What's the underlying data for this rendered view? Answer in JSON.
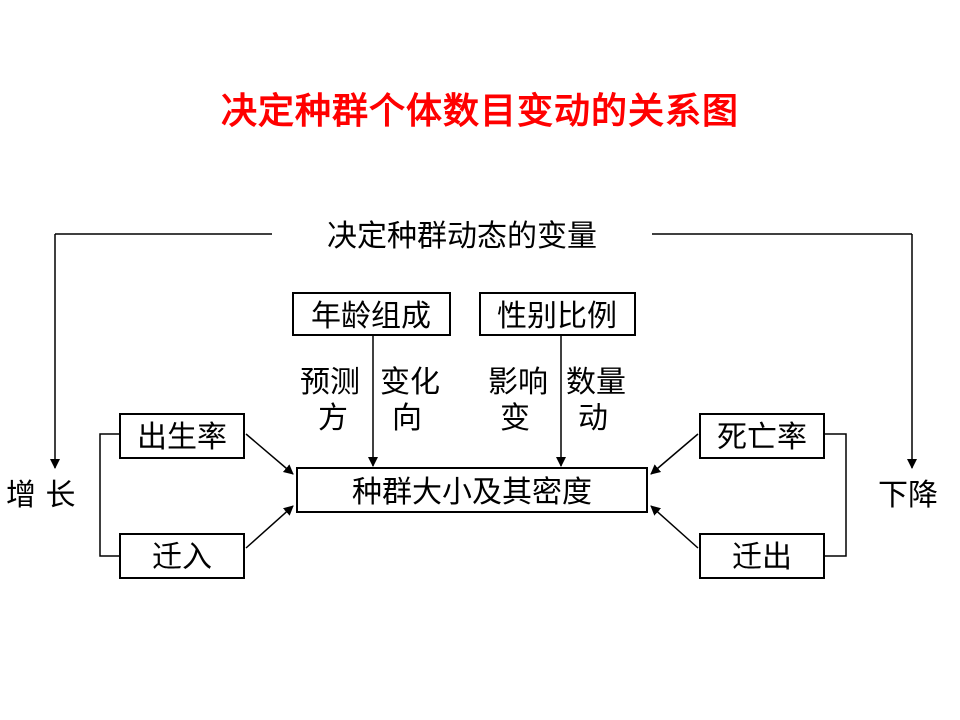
{
  "title": "决定种群个体数目变动的关系图",
  "colors": {
    "title": "#ff0000",
    "line": "#000000"
  },
  "nodes": {
    "top_label": "决定种群动态的变量",
    "age_structure": "年龄组成",
    "sex_ratio": "性别比例",
    "center": "种群大小及其密度",
    "birth_rate": "出生率",
    "immigration": "迁入",
    "death_rate": "死亡率",
    "emigration": "迁出",
    "increase": "增 长",
    "decrease": "下降"
  },
  "annotations": {
    "predict_line1": "预测",
    "predict_line2": "方",
    "change_line1": "变化",
    "change_line2": "向",
    "affect_line1": "影响",
    "affect_line2": "变",
    "quantity_line1": "数量",
    "quantity_line2": "动"
  }
}
